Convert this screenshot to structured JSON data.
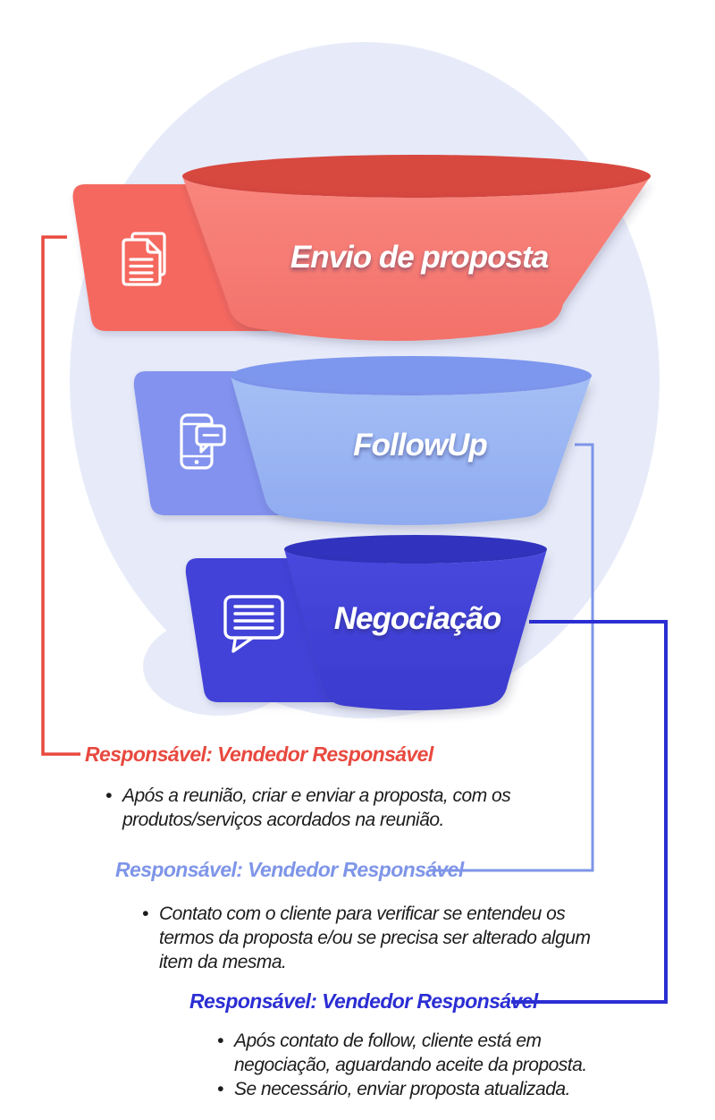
{
  "background": {
    "circle_color": "#E7EBF9"
  },
  "stages": [
    {
      "label": "Envio de proposta",
      "icon": "documents-icon",
      "accent": "#E8493F",
      "card_color": "#F5685E",
      "bucket_rim": "#D7483F",
      "bucket_body_top": "#F8867E",
      "bucket_body_bottom": "#F3716A",
      "responsible": "Responsável: Vendedor Responsável",
      "bullets": [
        "Após a reunião, criar e enviar a proposta, com os produtos/serviços acordados na reunião."
      ]
    },
    {
      "label": "FollowUp",
      "icon": "phone-chat-icon",
      "accent": "#7E95E8",
      "card_color": "#8292EE",
      "bucket_rim": "#7E97EE",
      "bucket_body_top": "#A4BFF5",
      "bucket_body_bottom": "#90ABF0",
      "responsible": "Responsável: Vendedor Responsável",
      "bullets": [
        "Contato com o cliente para verificar se entendeu os termos da proposta e/ou se precisa ser alterado algum item da mesma."
      ]
    },
    {
      "label": "Negociação",
      "icon": "chat-bubble-icon",
      "accent": "#2B2ED3",
      "card_color": "#4243D8",
      "bucket_rim": "#3133BE",
      "bucket_body_top": "#4848DE",
      "bucket_body_bottom": "#3B3BCF",
      "responsible": "Responsável: Vendedor Responsável",
      "bullets": [
        "Após contato de follow, cliente está em negociação, aguardando aceite da proposta.",
        "Se necessário, enviar proposta atualizada."
      ]
    }
  ]
}
